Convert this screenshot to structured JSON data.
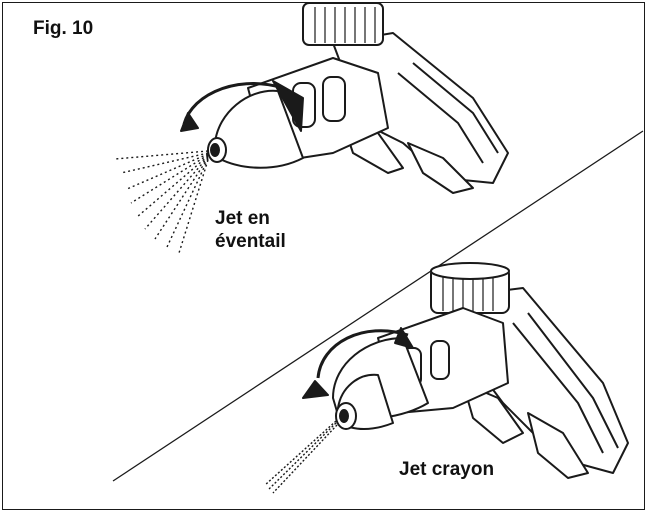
{
  "figure": {
    "label": "Fig. 10"
  },
  "fan_jet": {
    "label_line1": "Jet en",
    "label_line2": "éventail"
  },
  "pencil_jet": {
    "label": "Jet crayon"
  },
  "colors": {
    "ink": "#1a1a1a",
    "background": "#ffffff",
    "shading": "#cfcfcf"
  }
}
